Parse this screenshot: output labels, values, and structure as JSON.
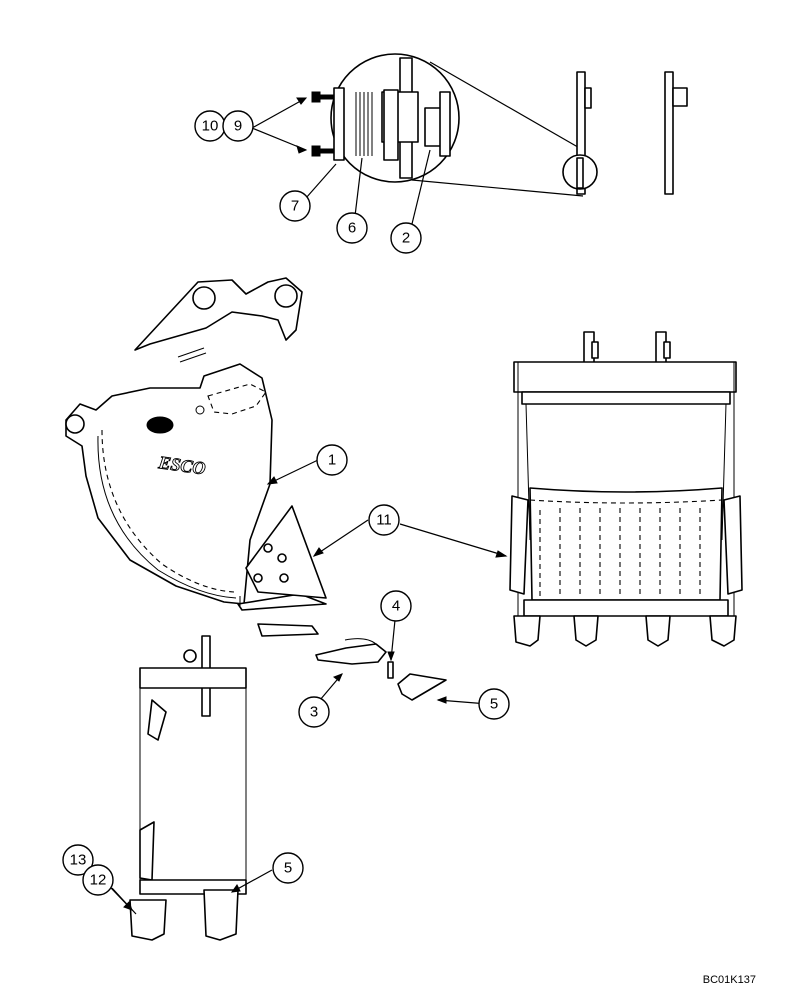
{
  "diagram": {
    "callouts": [
      {
        "id": "callout-1",
        "label": "1"
      },
      {
        "id": "callout-2",
        "label": "2"
      },
      {
        "id": "callout-3",
        "label": "3"
      },
      {
        "id": "callout-4",
        "label": "4"
      },
      {
        "id": "callout-5a",
        "label": "5"
      },
      {
        "id": "callout-5b",
        "label": "5"
      },
      {
        "id": "callout-6",
        "label": "6"
      },
      {
        "id": "callout-7",
        "label": "7"
      },
      {
        "id": "callout-9",
        "label": "9"
      },
      {
        "id": "callout-10",
        "label": "10"
      },
      {
        "id": "callout-11",
        "label": "11"
      },
      {
        "id": "callout-12",
        "label": "12"
      },
      {
        "id": "callout-13",
        "label": "13"
      }
    ],
    "logo_text": "ESCO",
    "figure_code": "BC01K137"
  }
}
